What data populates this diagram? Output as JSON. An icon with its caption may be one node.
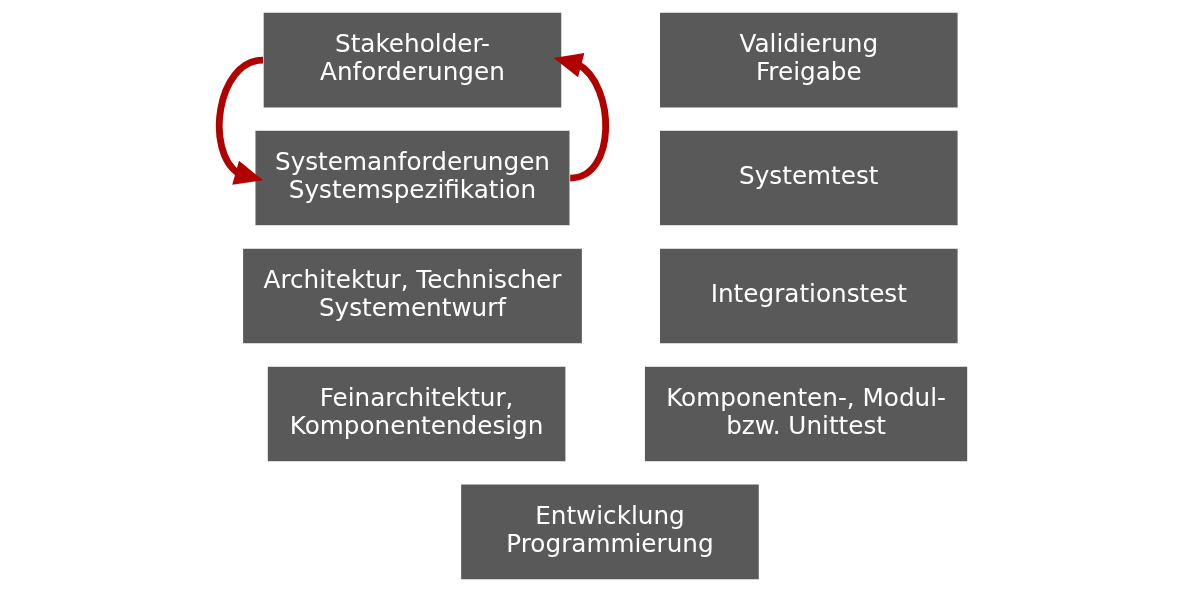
{
  "diagram": {
    "nodes": [
      {
        "text": [
          "Stakeholder- Anforderungen"
        ]
      },
      {
        "text": [
          "Systemanforderungen Systemspezifikation"
        ]
      },
      {
        "text": [
          "Architektur, Technischer Systementwurf"
        ]
      },
      {
        "text": [
          "Feinarchitektur, Komponentendesign"
        ]
      },
      {
        "text": [
          "Entwicklung Programmierung"
        ]
      },
      {
        "text": [
          "Komponenten-, Modul- bzw. Unittest"
        ]
      },
      {
        "text": [
          "Integrationstest"
        ]
      },
      {
        "text": [
          "Systemtest"
        ]
      },
      {
        "text": [
          "Validierung Freigabe"
        ]
      }
    ],
    "edges": [
      {
        "from": 0,
        "to": 1,
        "arrow": "to",
        "color": "#b00000"
      },
      {
        "from": 1,
        "to": 0,
        "arrow": "to",
        "color": "#b00000"
      }
    ]
  }
}
